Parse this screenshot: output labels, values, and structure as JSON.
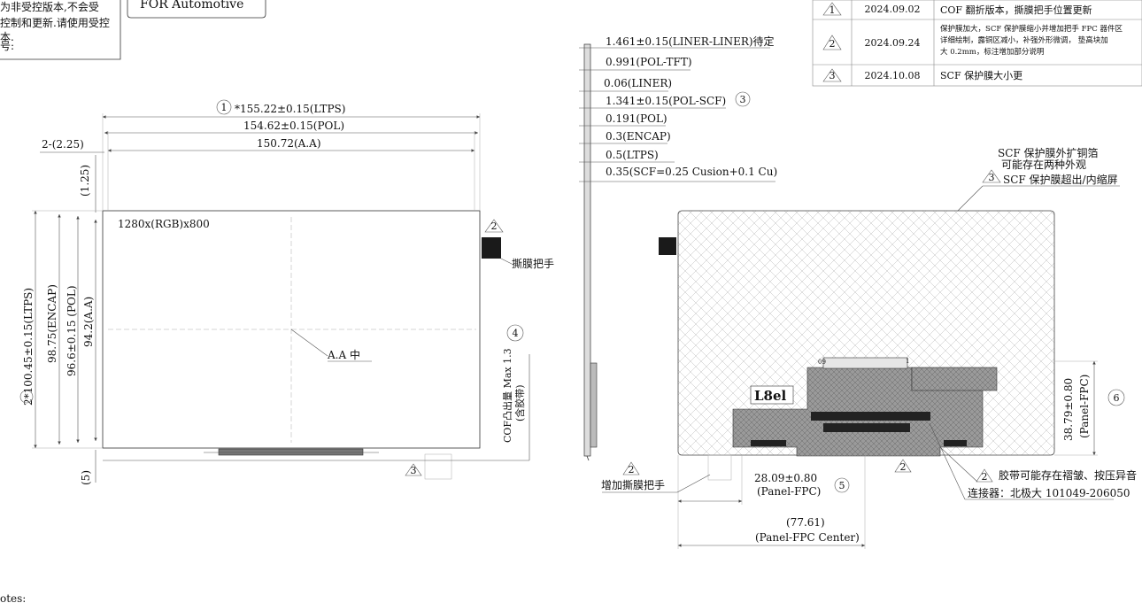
{
  "note_box": {
    "line1": "为非受控版本,不会受",
    "line2": "控制和更新.请使用受控",
    "line3": "本.",
    "line4": "号:"
  },
  "stamp_label": "FOR  Automotive",
  "revisions": [
    {
      "no": "1",
      "date": "2024.09.02",
      "desc": "COF 翻折版本，撕膜把手位置更新"
    },
    {
      "no": "2",
      "date": "2024.09.24",
      "desc_lines": [
        "保护膜加大，SCF 保护膜缩小并增加把手 FPC 器件区",
        "详细绘制，露铜区减小，补强外形微调， 垫高块加",
        "大 0.2mm，标注增加部分说明"
      ]
    },
    {
      "no": "3",
      "date": "2024.10.08",
      "desc": "SCF 保护膜大小更"
    }
  ],
  "front_view": {
    "dims_top": [
      "*155.22±0.15(LTPS)",
      "154.62±0.15(POL)",
      "150.72(A.A)"
    ],
    "dim_left_offset": "2-(2.25)",
    "dim_top_gap": "(1.25)",
    "dims_left": [
      "2*100.45±0.15(LTPS)",
      "98.75(ENCAP)",
      "96.6±0.15 (POL)",
      "94.2(A.A)"
    ],
    "dim_bottom_gap": "(5)",
    "resolution": "1280x(RGB)x800",
    "center_label": "A.A 中",
    "tab_label": "撕膜把手",
    "cof_label_1": "COF凸出量 Max 1.3",
    "cof_label_2": "(含胶带)",
    "callouts": {
      "c1": "1",
      "c2": "2",
      "c3": "3",
      "c4": "4",
      "c_left": "2"
    }
  },
  "side_view": {
    "layers": [
      "1.461±0.15(LINER-LINER)待定",
      "0.991(POL-TFT)",
      "0.06(LINER)",
      "1.341±0.15(POL-SCF)",
      "0.191(POL)",
      "0.3(ENCAP)",
      "0.5(LTPS)",
      "0.35(SCF=0.25 Cusion+0.1 Cu)"
    ],
    "callout": "3"
  },
  "back_view": {
    "scf_note_1": "SCF 保护膜外扩铜箔",
    "scf_note_2": "可能存在两种外观",
    "scf_note_3": "SCF 保护膜超出/内缩屏",
    "scf_callout": "3",
    "dim_fpc_1": "28.09±0.80",
    "dim_fpc_1_sub": "(Panel-FPC)",
    "dim_fpc_2": "(77.61)",
    "dim_fpc_2_sub": "(Panel-FPC Center)",
    "dim_fpc_3": "38.79±0.80",
    "dim_fpc_3_sub": "(Panel-FPC)",
    "callout_5": "5",
    "callout_6": "6",
    "callout_2a": "2",
    "callout_2b": "2",
    "callout_2c": "2",
    "add_tab_label": "增加撕膜把手",
    "tape_note": "胶带可能存在褶皱、按压异音",
    "connector_note": "连接器：北极大 101049-206050",
    "chip_label": "L8el",
    "conn_pin_a": "09",
    "conn_pin_b": "1"
  },
  "notes_label": "otes:"
}
